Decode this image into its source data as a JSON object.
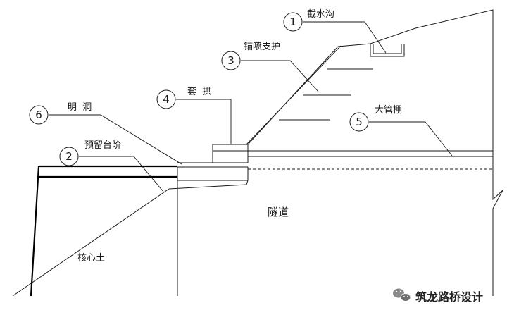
{
  "callouts": [
    {
      "num": "1",
      "label": "截水沟"
    },
    {
      "num": "3",
      "label": "锚喷支护"
    },
    {
      "num": "4",
      "label": "套  拱"
    },
    {
      "num": "6",
      "label": "明  洞"
    },
    {
      "num": "5",
      "label": "大管棚"
    },
    {
      "num": "2",
      "label": "预留台阶"
    }
  ],
  "region_labels": {
    "tunnel": "隧道",
    "core_soil": "核心土"
  },
  "watermark": {
    "icon": "wechat-icon",
    "text": "筑龙路桥设计"
  }
}
